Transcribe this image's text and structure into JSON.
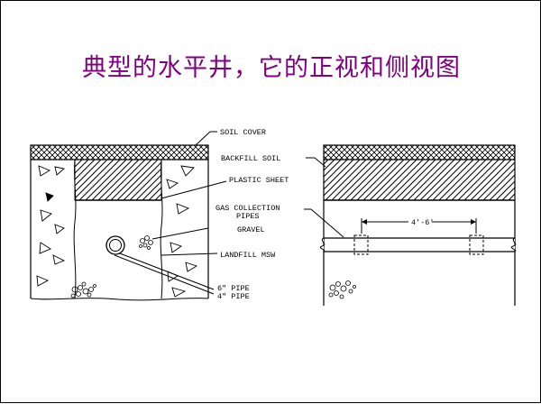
{
  "slide": {
    "title": "典型的水平井，它的正视和侧视图"
  },
  "diagram": {
    "labels": {
      "soil_cover": "SOIL COVER",
      "backfill_soil": "BACKFILL SOIL",
      "plastic_sheet": "PLASTIC SHEET",
      "gas_collection_1": "GAS COLLECTION",
      "gas_collection_2": "PIPES",
      "gravel": "GRAVEL",
      "landfill_msw": "LANDFILL MSW",
      "pipe_6": "6\" PIPE",
      "pipe_4": "4\" PIPE",
      "spacing": "4'-6'"
    },
    "colors": {
      "title": "#800080",
      "lines": "#000000"
    }
  }
}
